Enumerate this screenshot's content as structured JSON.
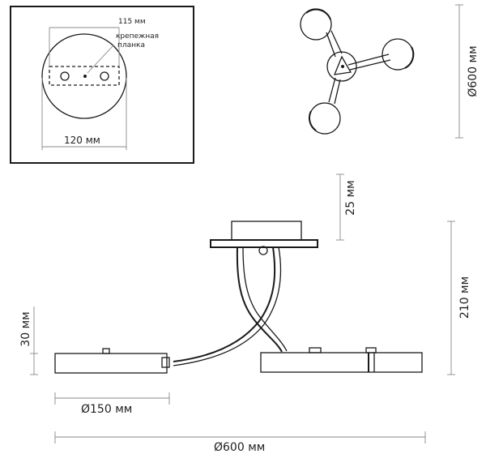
{
  "mount_detail": {
    "width_label": "120 мм",
    "plate_length_label": "115 мм",
    "plate_label_line1": "крепежная",
    "plate_label_line2": "планка"
  },
  "top_view": {
    "diameter_label": "Ø600 мм"
  },
  "side_view": {
    "canopy_height_label": "25 мм",
    "total_height_label": "210 мм",
    "shade_height_label": "30 мм",
    "shade_diameter_label": "Ø150 мм",
    "total_width_label": "Ø600 мм"
  }
}
